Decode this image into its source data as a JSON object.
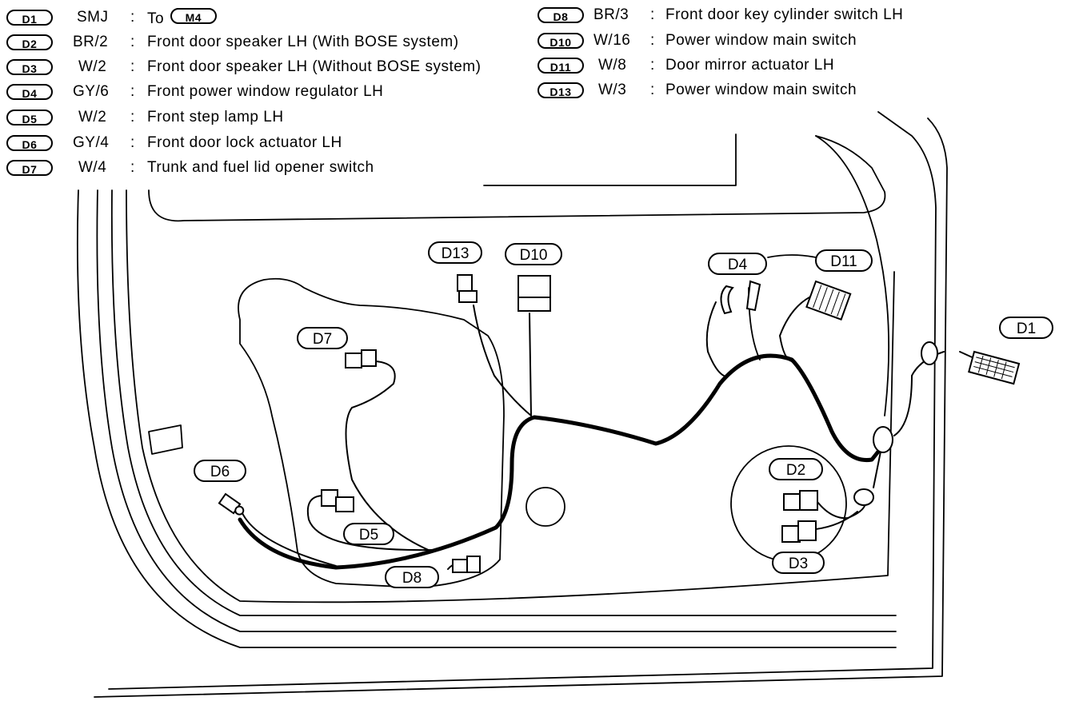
{
  "legend_left": [
    {
      "code": "D1",
      "wire": "SMJ",
      "desc_prefix": "To",
      "desc_ref": "M4",
      "desc": ""
    },
    {
      "code": "D2",
      "wire": "BR/2",
      "desc": "Front door speaker LH (With BOSE system)"
    },
    {
      "code": "D3",
      "wire": "W/2",
      "desc": "Front door speaker LH (Without BOSE system)"
    },
    {
      "code": "D4",
      "wire": "GY/6",
      "desc": "Front power window regulator LH"
    },
    {
      "code": "D5",
      "wire": "W/2",
      "desc": "Front step lamp LH"
    },
    {
      "code": "D6",
      "wire": "GY/4",
      "desc": "Front door lock actuator LH"
    },
    {
      "code": "D7",
      "wire": "W/4",
      "desc": "Trunk and fuel lid opener switch"
    }
  ],
  "legend_right": [
    {
      "code": "D8",
      "wire": "BR/3",
      "desc": "Front door key cylinder switch LH"
    },
    {
      "code": "D10",
      "wire": "W/16",
      "desc": "Power window main switch"
    },
    {
      "code": "D11",
      "wire": "W/8",
      "desc": "Door mirror actuator LH"
    },
    {
      "code": "D13",
      "wire": "W/3",
      "desc": "Power window main switch"
    }
  ],
  "separator": ":",
  "callouts": {
    "d1": "D1",
    "d2": "D2",
    "d3": "D3",
    "d4": "D4",
    "d5": "D5",
    "d6": "D6",
    "d7": "D7",
    "d8": "D8",
    "d10": "D10",
    "d11": "D11",
    "d13": "D13"
  }
}
